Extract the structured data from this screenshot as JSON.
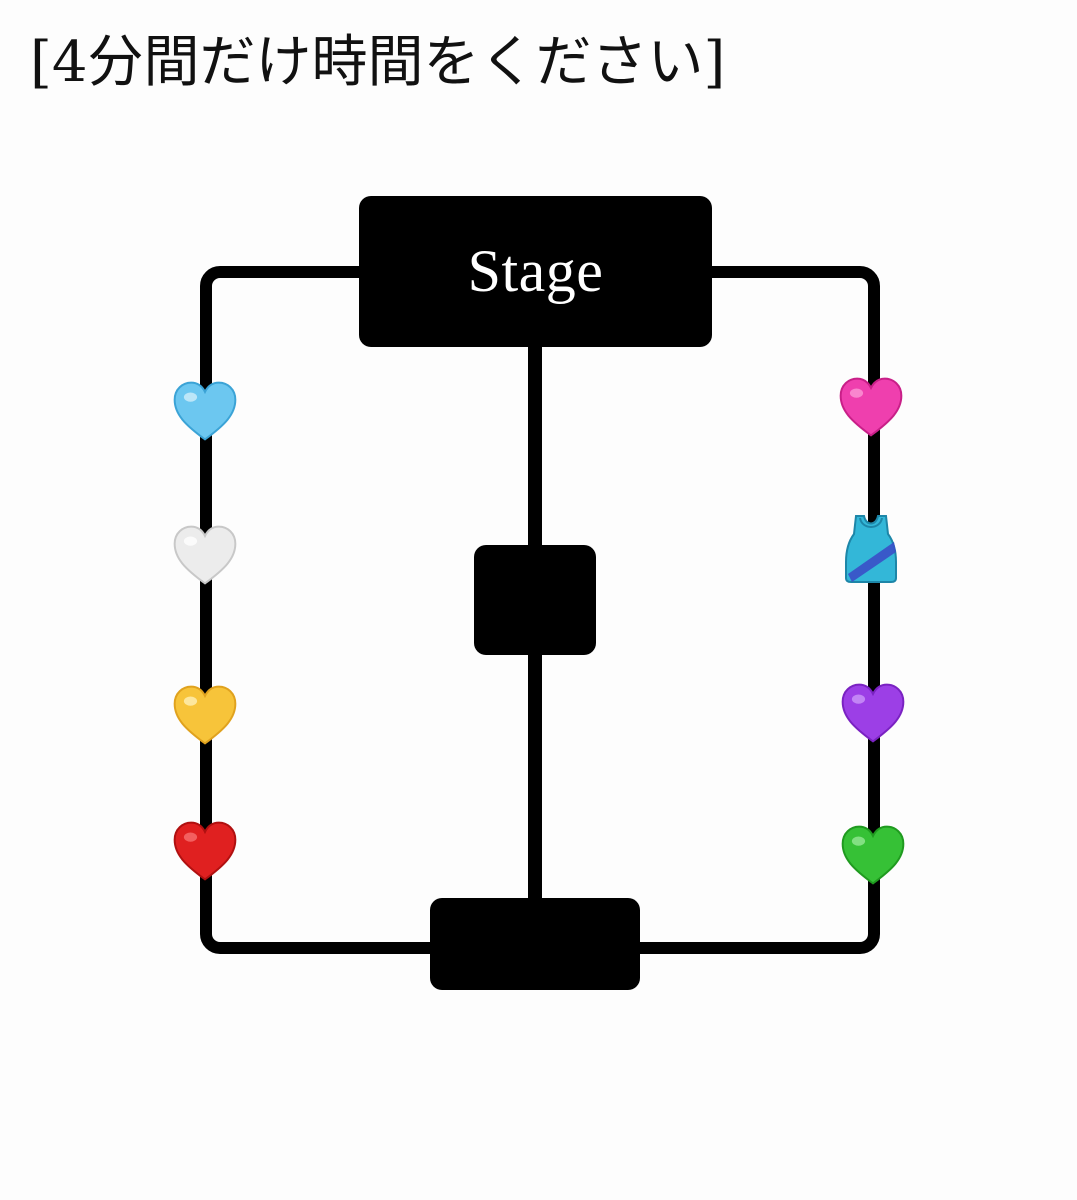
{
  "title": "[4分間だけ時間をください]",
  "stage_label": "Stage",
  "markers": {
    "left": [
      {
        "icon": "light-blue-heart",
        "color": "#6cc7f0"
      },
      {
        "icon": "white-heart",
        "color": "#e6e6e6"
      },
      {
        "icon": "yellow-heart",
        "color": "#f7c43a"
      },
      {
        "icon": "red-heart",
        "color": "#e02020"
      }
    ],
    "right": [
      {
        "icon": "pink-heart",
        "color": "#ef3fae"
      },
      {
        "icon": "tank-top",
        "color": "#33b7d8"
      },
      {
        "icon": "purple-heart",
        "color": "#9c3fe6"
      },
      {
        "icon": "green-heart",
        "color": "#36c136"
      }
    ]
  }
}
